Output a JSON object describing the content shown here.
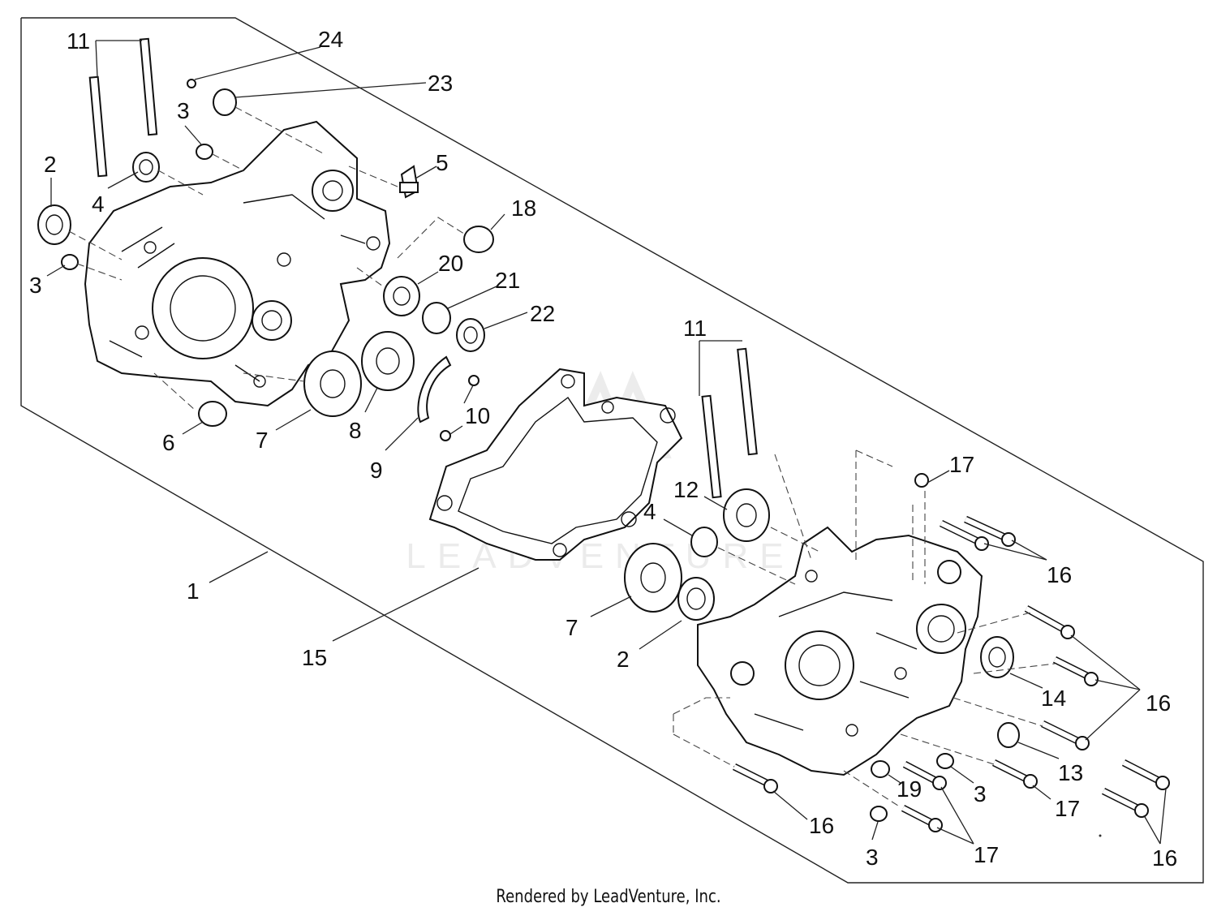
{
  "footer": {
    "text": "Rendered by LeadVenture, Inc."
  },
  "watermark": {
    "text": "LEADVENTURE"
  },
  "colors": {
    "line": "#111111",
    "background": "#ffffff",
    "watermark": "#d9d9d9"
  },
  "callouts": [
    {
      "id": "c1",
      "label": "1"
    },
    {
      "id": "c2a",
      "label": "2"
    },
    {
      "id": "c2b",
      "label": "2"
    },
    {
      "id": "c3a",
      "label": "3"
    },
    {
      "id": "c3b",
      "label": "3"
    },
    {
      "id": "c3c",
      "label": "3"
    },
    {
      "id": "c3d",
      "label": "3"
    },
    {
      "id": "c4a",
      "label": "4"
    },
    {
      "id": "c4b",
      "label": "4"
    },
    {
      "id": "c5",
      "label": "5"
    },
    {
      "id": "c6",
      "label": "6"
    },
    {
      "id": "c7a",
      "label": "7"
    },
    {
      "id": "c7b",
      "label": "7"
    },
    {
      "id": "c8",
      "label": "8"
    },
    {
      "id": "c9",
      "label": "9"
    },
    {
      "id": "c10",
      "label": "10"
    },
    {
      "id": "c11a",
      "label": "11"
    },
    {
      "id": "c11b",
      "label": "11"
    },
    {
      "id": "c12",
      "label": "12"
    },
    {
      "id": "c13",
      "label": "13"
    },
    {
      "id": "c14",
      "label": "14"
    },
    {
      "id": "c15",
      "label": "15"
    },
    {
      "id": "c16a",
      "label": "16"
    },
    {
      "id": "c16b",
      "label": "16"
    },
    {
      "id": "c16c",
      "label": "16"
    },
    {
      "id": "c16d",
      "label": "16"
    },
    {
      "id": "c17a",
      "label": "17"
    },
    {
      "id": "c17b",
      "label": "17"
    },
    {
      "id": "c17c",
      "label": "17"
    },
    {
      "id": "c18",
      "label": "18"
    },
    {
      "id": "c19",
      "label": "19"
    },
    {
      "id": "c20",
      "label": "20"
    },
    {
      "id": "c21",
      "label": "21"
    },
    {
      "id": "c22",
      "label": "22"
    },
    {
      "id": "c23",
      "label": "23"
    },
    {
      "id": "c24",
      "label": "24"
    }
  ]
}
